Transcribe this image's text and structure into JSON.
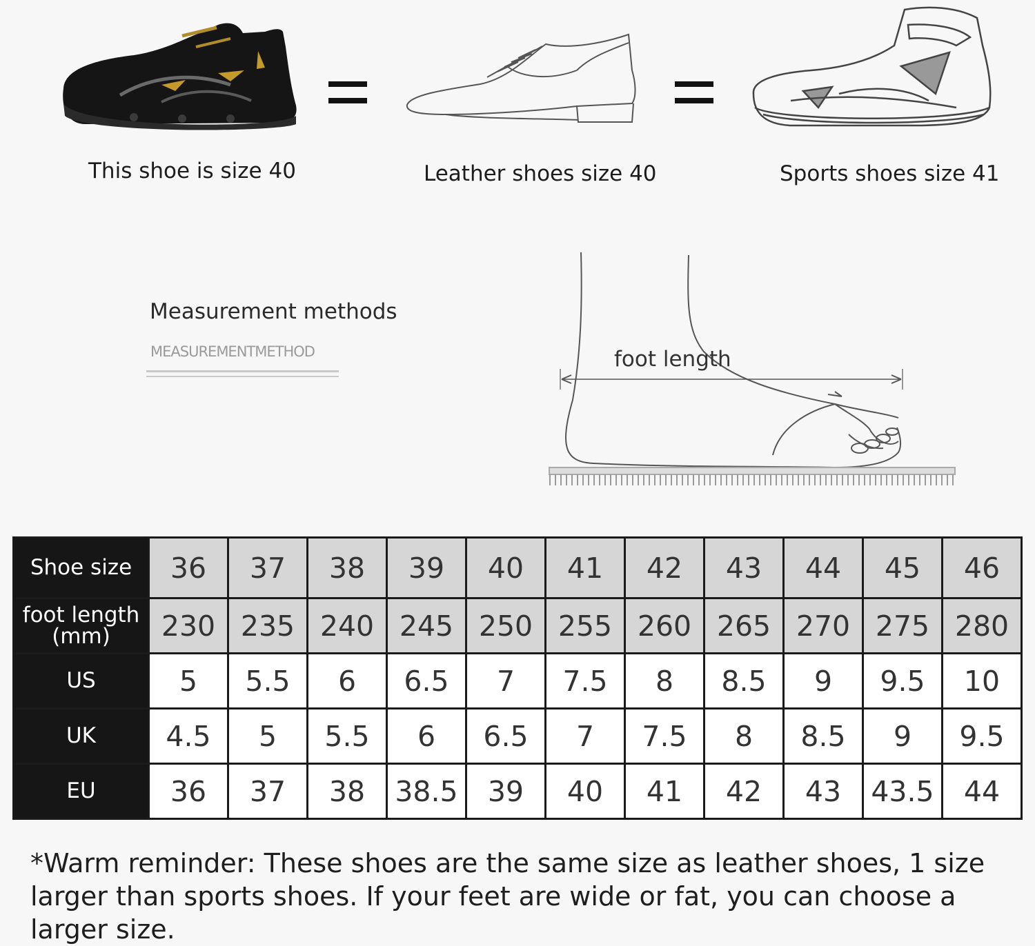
{
  "shoes": [
    {
      "caption": "This shoe is size 40",
      "icon": "black-sneaker-icon"
    },
    {
      "caption": "Leather shoes size 40",
      "icon": "leather-shoe-sketch-icon"
    },
    {
      "caption": "Sports shoes size 41",
      "icon": "sports-shoe-sketch-icon"
    }
  ],
  "measurement": {
    "title": "Measurement methods",
    "subtitle": "MEASUREMENTMETHOD",
    "foot_label": "foot length"
  },
  "table": {
    "rows": [
      {
        "label": "Shoe size",
        "values": [
          "36",
          "37",
          "38",
          "39",
          "40",
          "41",
          "42",
          "43",
          "44",
          "45",
          "46"
        ]
      },
      {
        "label": "foot length (mm)",
        "values": [
          "230",
          "235",
          "240",
          "245",
          "250",
          "255",
          "260",
          "265",
          "270",
          "275",
          "280"
        ]
      },
      {
        "label": "US",
        "values": [
          "5",
          "5.5",
          "6",
          "6.5",
          "7",
          "7.5",
          "8",
          "8.5",
          "9",
          "9.5",
          "10"
        ]
      },
      {
        "label": "UK",
        "values": [
          "4.5",
          "5",
          "5.5",
          "6",
          "6.5",
          "7",
          "7.5",
          "8",
          "8.5",
          "9",
          "9.5"
        ]
      },
      {
        "label": "EU",
        "values": [
          "36",
          "37",
          "38",
          "38.5",
          "39",
          "40",
          "41",
          "42",
          "43",
          "43.5",
          "44"
        ]
      }
    ]
  },
  "reminder": "*Warm reminder: These shoes are the same size as leather shoes, 1 size larger than sports shoes. If your feet are wide or fat, you can choose a larger size.",
  "colors": {
    "header_bg": "#161616",
    "grey_cell": "#d6d6d6",
    "background": "#f7f7f7"
  }
}
